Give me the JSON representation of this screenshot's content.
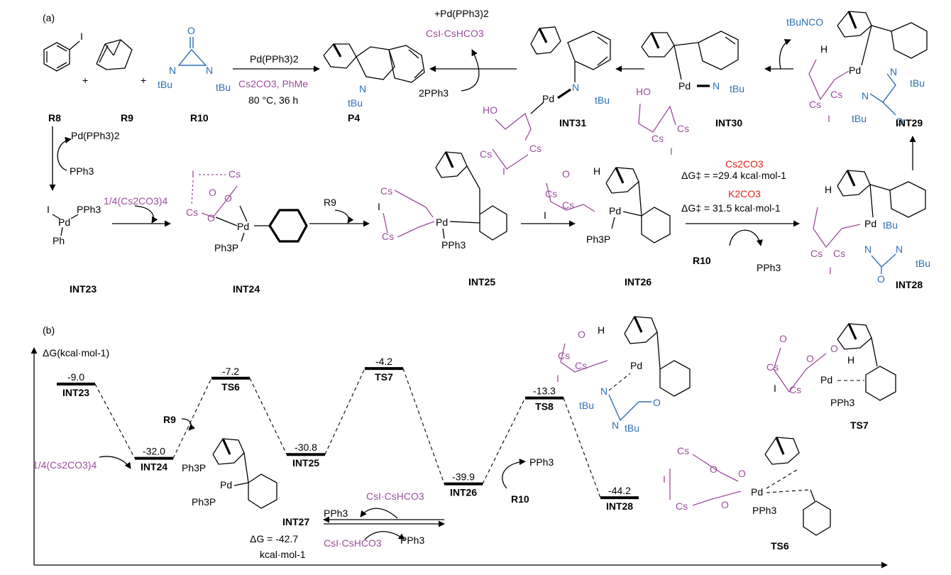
{
  "panel_a": {
    "label": "(a)",
    "top_reaction": {
      "plus1": "+",
      "plus2": "+",
      "iodo": "I",
      "r10_o": "O",
      "r10_n1": "N",
      "r10_n2": "N",
      "r10_tbu1": "tBu",
      "r10_tbu2": "tBu",
      "catalyst": "Pd(PPh3)2",
      "base": "Cs2CO3, PhMe",
      "conditions": "80 °C, 36 h",
      "p4_n": "N",
      "p4_tbu": "tBu",
      "labels": {
        "r8": "R8",
        "r9": "R9",
        "r10": "R10",
        "p4": "P4"
      },
      "release_top": "+Pd(PPh3)2",
      "release_bottom": "CsI·CsHCO3",
      "pph3_in": "2PPh3"
    },
    "species": {
      "int31": "INT31",
      "int30": "INT30",
      "int29": "INT29",
      "int23": "INT23",
      "int24": "INT24",
      "int25": "INT25",
      "int26": "INT26",
      "int28": "INT28"
    },
    "arrows": {
      "pd_in": "Pd(PPh3)2",
      "pph3_out": "PPh3",
      "tbunco": "tBuNCO",
      "cs_tetramer": "1/4(Cs2CO3)4",
      "r9_in": "R9",
      "r10_in": "R10",
      "pph3_out2": "PPh3"
    },
    "barrier_info": {
      "cs_base": "Cs2CO3",
      "cs_dg": "ΔG‡ = =29.4 kcal·mol-1",
      "k_base": "K2CO3",
      "k_dg": "ΔG‡ = 31.5 kcal·mol-1"
    },
    "atoms": {
      "pd": "Pd",
      "cs": "Cs",
      "i": "I",
      "o": "O",
      "h": "H",
      "n": "N",
      "pph3": "PPh3",
      "ph3p": "Ph3P",
      "ph": "Ph",
      "tbu": "tBu",
      "ho": "HO"
    }
  },
  "panel_b": {
    "label": "(b)",
    "y_axis_label": "ΔG(kcal·mol-1)",
    "levels": [
      {
        "name": "INT23",
        "value": -9.0
      },
      {
        "name": "INT24",
        "value": -32.0
      },
      {
        "name": "TS6",
        "value": -7.2
      },
      {
        "name": "INT25",
        "value": -30.8
      },
      {
        "name": "TS7",
        "value": -4.2
      },
      {
        "name": "INT26",
        "value": -39.9
      },
      {
        "name": "TS8",
        "value": -13.3
      },
      {
        "name": "INT28",
        "value": -44.2
      }
    ],
    "annotations": {
      "cs_tetramer": "1/4(Cs2CO3)4",
      "r9": "R9",
      "r10": "R10",
      "pph3_right": "PPh3",
      "pph3_left": "PPh3",
      "csi_top": "CsI·CsHCO3",
      "csi_bottom": "CsI·CsHCO3",
      "pph3_bottom": "PPh3",
      "int27": "INT27",
      "int27_dg": "ΔG = -42.7",
      "int27_unit": "kcal·mol-1"
    },
    "structures": {
      "ts7": "TS7",
      "ts6": "TS6"
    }
  }
}
